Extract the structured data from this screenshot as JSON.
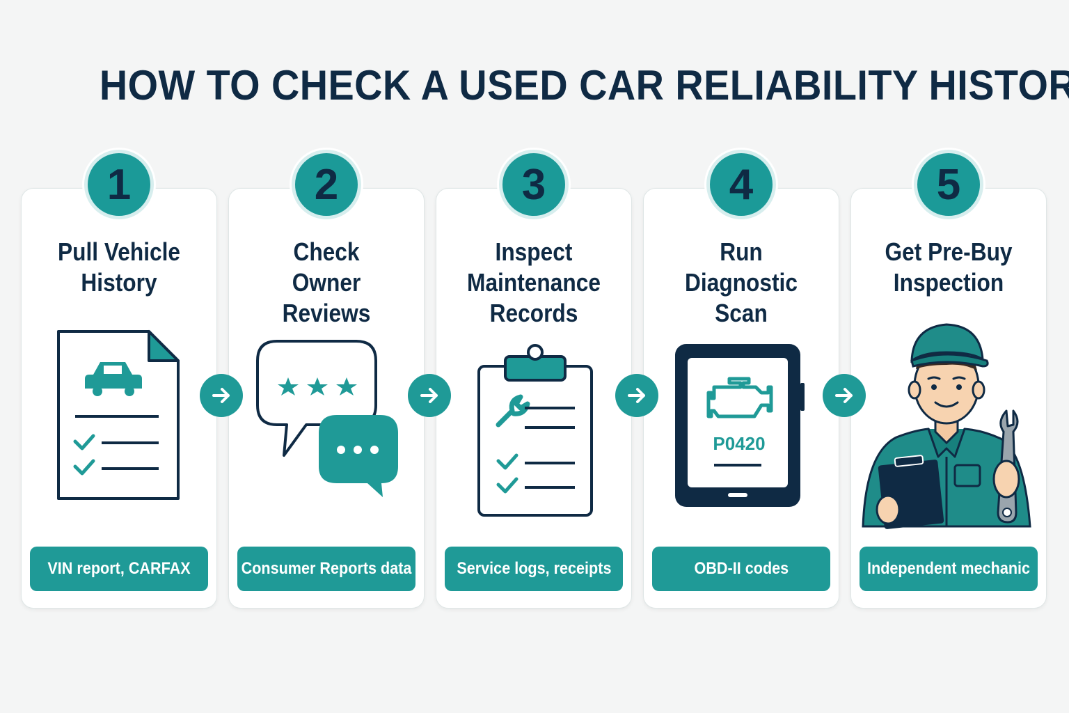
{
  "title": "HOW TO CHECK A USED CAR RELIABILITY HISTORY",
  "steps": [
    {
      "number": "1",
      "title": "Pull Vehicle History",
      "detail": "VIN report, CARFAX",
      "icon": "document-car-icon"
    },
    {
      "number": "2",
      "title": "Check Owner Reviews",
      "detail": "Consumer Reports data",
      "icon": "chat-rating-icon"
    },
    {
      "number": "3",
      "title": "Inspect Maintenance Records",
      "detail": "Service logs, receipts",
      "icon": "clipboard-wrench-icon"
    },
    {
      "number": "4",
      "title": "Run Diagnostic Scan",
      "detail": "OBD-II codes",
      "icon": "obd-scanner-icon"
    },
    {
      "number": "5",
      "title": "Get Pre-Buy Inspection",
      "detail": "Independent mechanic",
      "icon": "mechanic-icon"
    }
  ],
  "scanner_code": "P0420",
  "colors": {
    "teal": "#1f9a97",
    "navy": "#0f2a44",
    "background": "#f4f5f5"
  }
}
